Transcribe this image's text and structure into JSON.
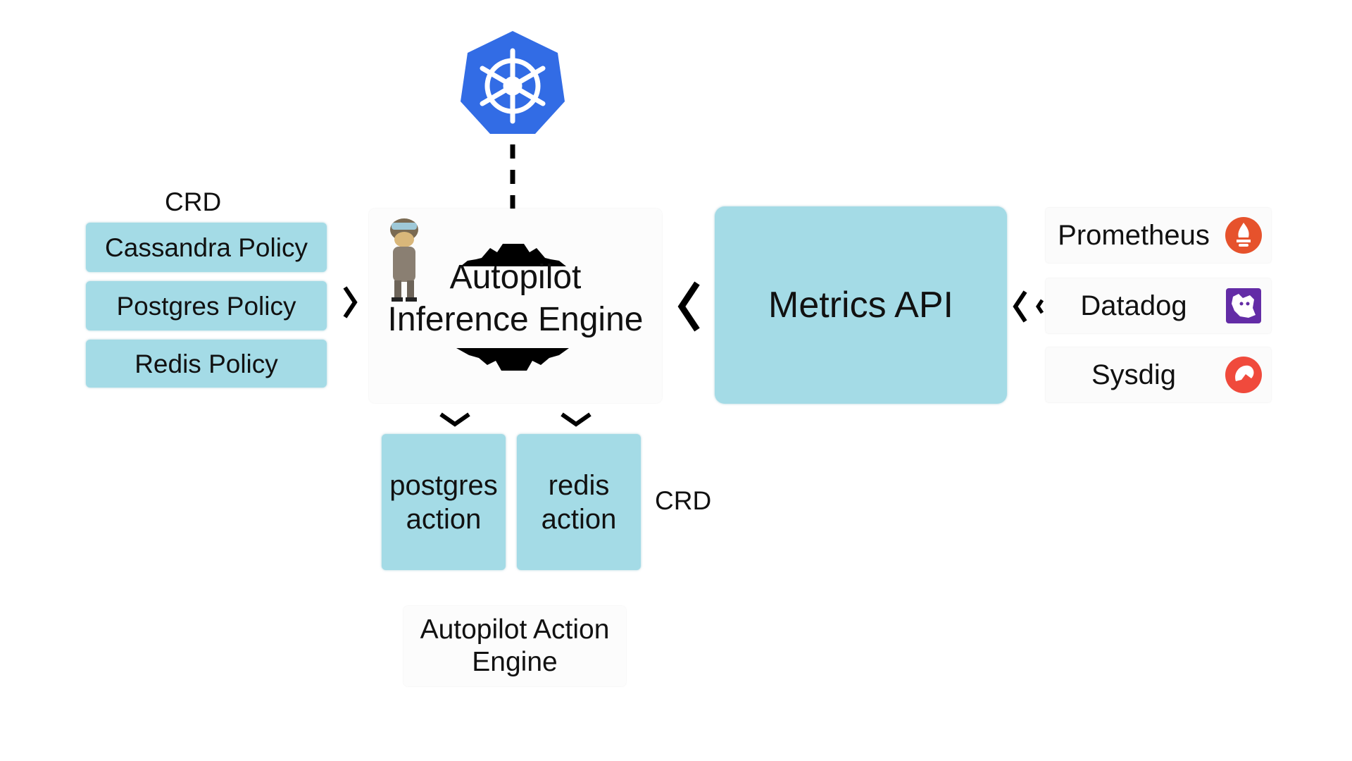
{
  "policies": {
    "crd_label": "CRD",
    "items": [
      "Cassandra Policy",
      "Postgres Policy",
      "Redis Policy"
    ]
  },
  "engine": {
    "title_line1": "Autopilot",
    "title_line2": "Inference Engine"
  },
  "metrics": {
    "label": "Metrics API"
  },
  "sources": [
    "Prometheus",
    "Datadog",
    "Sysdig"
  ],
  "actions": {
    "items": [
      {
        "line1": "postgres",
        "line2": "action"
      },
      {
        "line1": "redis",
        "line2": "action"
      }
    ],
    "crd_label": "CRD"
  },
  "action_engine": {
    "line1": "Autopilot Action",
    "line2": "Engine"
  },
  "colors": {
    "box_fill": "#a4dbe6",
    "kubernetes_blue": "#326ce5",
    "prometheus_orange": "#e6522c",
    "datadog_purple": "#632ca6",
    "sysdig_red": "#f04a3c"
  },
  "icons": [
    "kubernetes-icon",
    "gear-icon",
    "mascot-icon",
    "prometheus-icon",
    "datadog-icon",
    "sysdig-icon"
  ]
}
